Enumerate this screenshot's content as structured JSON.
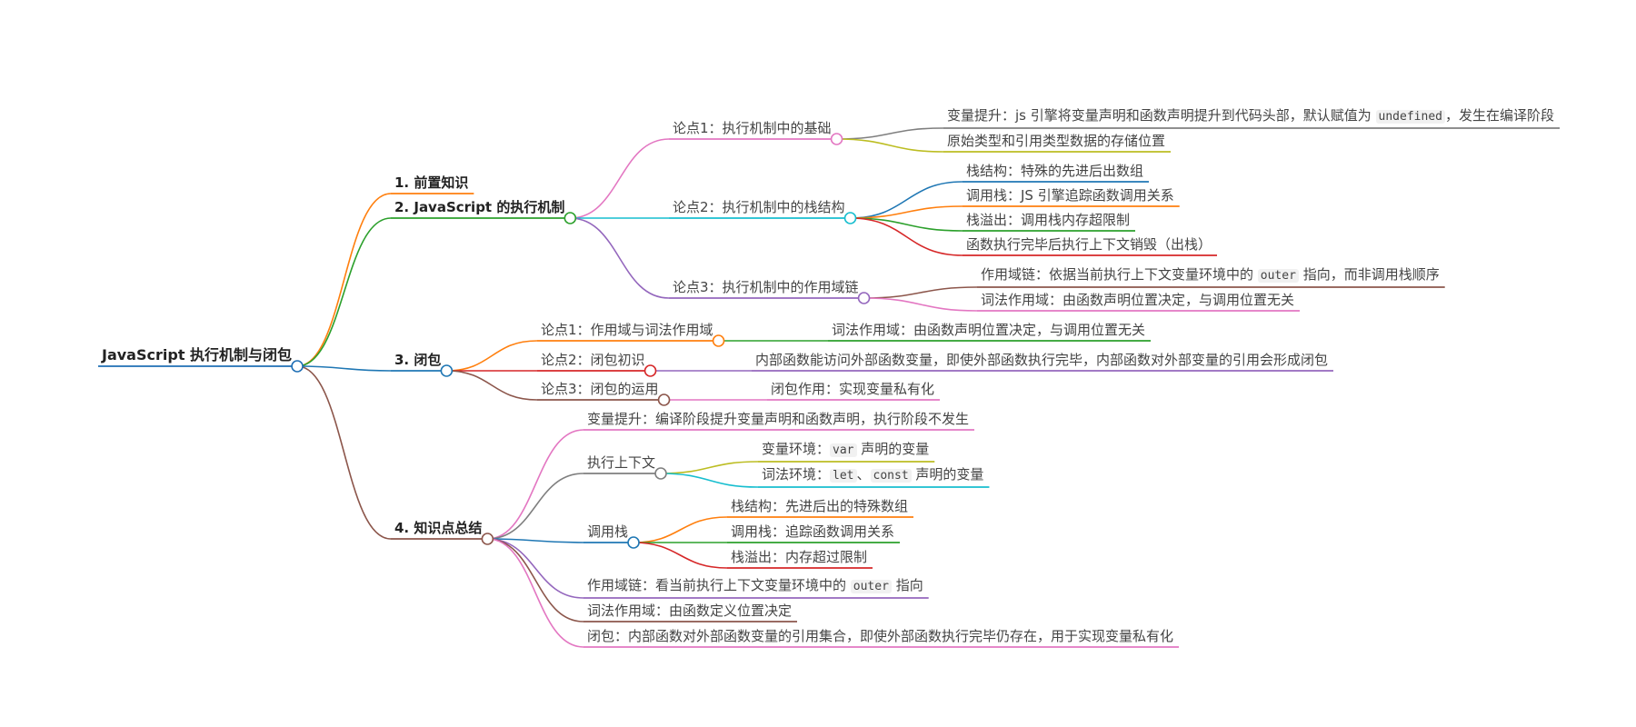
{
  "mindmap": {
    "root": {
      "id": "root",
      "color": "#1f6fb5",
      "text": [
        {
          "t": "JavaScript 执行机制与闭包"
        }
      ]
    },
    "nodes": [
      {
        "id": "n1",
        "parent": "root",
        "color": "#ff7f0e",
        "text": [
          {
            "t": "1. 前置知识"
          }
        ]
      },
      {
        "id": "n2",
        "parent": "root",
        "color": "#2ca02c",
        "text": [
          {
            "t": "2. JavaScript 的执行机制"
          }
        ]
      },
      {
        "id": "n2a",
        "parent": "n2",
        "color": "#e377c2",
        "text": [
          {
            "t": "论点1：执行机制中的基础"
          }
        ]
      },
      {
        "id": "n2a1",
        "parent": "n2a",
        "color": "#7f7f7f",
        "text": [
          {
            "t": "变量提升：js 引擎将变量声明和函数声明提升到代码头部，默认赋值为 "
          },
          {
            "t": "undefined",
            "code": true
          },
          {
            "t": "，发生在编译阶段"
          }
        ]
      },
      {
        "id": "n2a2",
        "parent": "n2a",
        "color": "#bcbd22",
        "text": [
          {
            "t": "原始类型和引用类型数据的存储位置"
          }
        ]
      },
      {
        "id": "n2b",
        "parent": "n2",
        "color": "#17becf",
        "text": [
          {
            "t": "论点2：执行机制中的栈结构"
          }
        ]
      },
      {
        "id": "n2b1",
        "parent": "n2b",
        "color": "#1f77b4",
        "text": [
          {
            "t": "栈结构：特殊的先进后出数组"
          }
        ]
      },
      {
        "id": "n2b2",
        "parent": "n2b",
        "color": "#ff7f0e",
        "text": [
          {
            "t": "调用栈：JS 引擎追踪函数调用关系"
          }
        ]
      },
      {
        "id": "n2b3",
        "parent": "n2b",
        "color": "#2ca02c",
        "text": [
          {
            "t": "栈溢出：调用栈内存超限制"
          }
        ]
      },
      {
        "id": "n2b4",
        "parent": "n2b",
        "color": "#d62728",
        "text": [
          {
            "t": "函数执行完毕后执行上下文销毁（出栈）"
          }
        ]
      },
      {
        "id": "n2c",
        "parent": "n2",
        "color": "#9467bd",
        "text": [
          {
            "t": "论点3：执行机制中的作用域链"
          }
        ]
      },
      {
        "id": "n2c1",
        "parent": "n2c",
        "color": "#8c564b",
        "text": [
          {
            "t": "作用域链：依据当前执行上下文变量环境中的 "
          },
          {
            "t": "outer",
            "code": true
          },
          {
            "t": " 指向，而非调用栈顺序"
          }
        ]
      },
      {
        "id": "n2c2",
        "parent": "n2c",
        "color": "#e377c2",
        "text": [
          {
            "t": "词法作用域：由函数声明位置决定，与调用位置无关"
          }
        ]
      },
      {
        "id": "n3",
        "parent": "root",
        "color": "#1f77b4",
        "text": [
          {
            "t": "3. 闭包"
          }
        ]
      },
      {
        "id": "n3a",
        "parent": "n3",
        "color": "#ff7f0e",
        "text": [
          {
            "t": "论点1：作用域与词法作用域"
          }
        ]
      },
      {
        "id": "n3a1",
        "parent": "n3a",
        "color": "#2ca02c",
        "text": [
          {
            "t": "词法作用域：由函数声明位置决定，与调用位置无关"
          }
        ]
      },
      {
        "id": "n3b",
        "parent": "n3",
        "color": "#d62728",
        "text": [
          {
            "t": "论点2：闭包初识"
          }
        ]
      },
      {
        "id": "n3b1",
        "parent": "n3b",
        "color": "#9467bd",
        "text": [
          {
            "t": "内部函数能访问外部函数变量，即使外部函数执行完毕，内部函数对外部变量的引用会形成闭包"
          }
        ]
      },
      {
        "id": "n3c",
        "parent": "n3",
        "color": "#8c564b",
        "text": [
          {
            "t": "论点3：闭包的运用"
          }
        ]
      },
      {
        "id": "n3c1",
        "parent": "n3c",
        "color": "#e377c2",
        "text": [
          {
            "t": "闭包作用：实现变量私有化"
          }
        ]
      },
      {
        "id": "n4",
        "parent": "root",
        "color": "#8c564b",
        "text": [
          {
            "t": "4. 知识点总结"
          }
        ]
      },
      {
        "id": "n4a",
        "parent": "n4",
        "color": "#e377c2",
        "text": [
          {
            "t": "变量提升：编译阶段提升变量声明和函数声明，执行阶段不发生"
          }
        ]
      },
      {
        "id": "n4b",
        "parent": "n4",
        "color": "#7f7f7f",
        "text": [
          {
            "t": "执行上下文"
          }
        ]
      },
      {
        "id": "n4b1",
        "parent": "n4b",
        "color": "#bcbd22",
        "text": [
          {
            "t": "变量环境："
          },
          {
            "t": "var",
            "code": true
          },
          {
            "t": " 声明的变量"
          }
        ]
      },
      {
        "id": "n4b2",
        "parent": "n4b",
        "color": "#17becf",
        "text": [
          {
            "t": "词法环境："
          },
          {
            "t": "let",
            "code": true
          },
          {
            "t": "、"
          },
          {
            "t": "const",
            "code": true
          },
          {
            "t": " 声明的变量"
          }
        ]
      },
      {
        "id": "n4c",
        "parent": "n4",
        "color": "#1f77b4",
        "text": [
          {
            "t": "调用栈"
          }
        ]
      },
      {
        "id": "n4c1",
        "parent": "n4c",
        "color": "#ff7f0e",
        "text": [
          {
            "t": "栈结构：先进后出的特殊数组"
          }
        ]
      },
      {
        "id": "n4c2",
        "parent": "n4c",
        "color": "#2ca02c",
        "text": [
          {
            "t": "调用栈：追踪函数调用关系"
          }
        ]
      },
      {
        "id": "n4c3",
        "parent": "n4c",
        "color": "#d62728",
        "text": [
          {
            "t": "栈溢出：内存超过限制"
          }
        ]
      },
      {
        "id": "n4d",
        "parent": "n4",
        "color": "#9467bd",
        "text": [
          {
            "t": "作用域链：看当前执行上下文变量环境中的 "
          },
          {
            "t": "outer",
            "code": true
          },
          {
            "t": " 指向"
          }
        ]
      },
      {
        "id": "n4e",
        "parent": "n4",
        "color": "#8c564b",
        "text": [
          {
            "t": "词法作用域：由函数定义位置决定"
          }
        ]
      },
      {
        "id": "n4f",
        "parent": "n4",
        "color": "#e377c2",
        "text": [
          {
            "t": "闭包：内部函数对外部函数变量的引用集合，即使外部函数执行完毕仍存在，用于实现变量私有化"
          }
        ]
      }
    ]
  }
}
